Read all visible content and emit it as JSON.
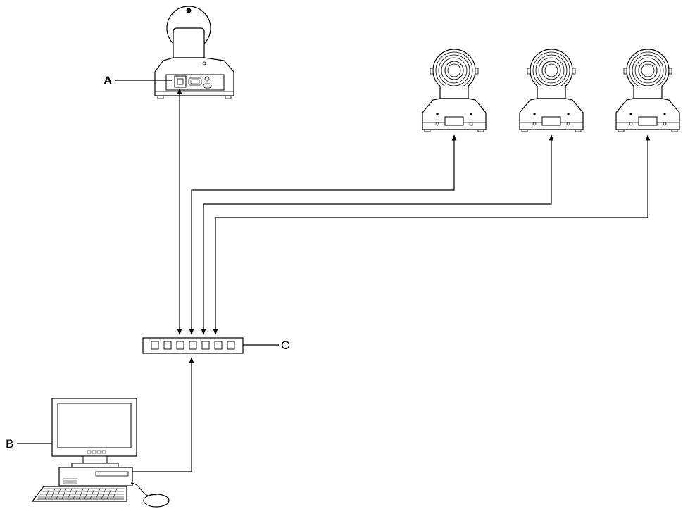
{
  "labels": {
    "a": "A",
    "b": "B",
    "c": "C"
  },
  "devices": {
    "main_camera": "camera-icon",
    "remote_cameras": [
      "camera-icon",
      "camera-icon",
      "camera-icon"
    ],
    "switch": "network-switch-icon",
    "computer": "computer-icon"
  },
  "colors": {
    "line": "#000000",
    "device_fill": "#ffffff",
    "shade": "#d9d9d9"
  }
}
